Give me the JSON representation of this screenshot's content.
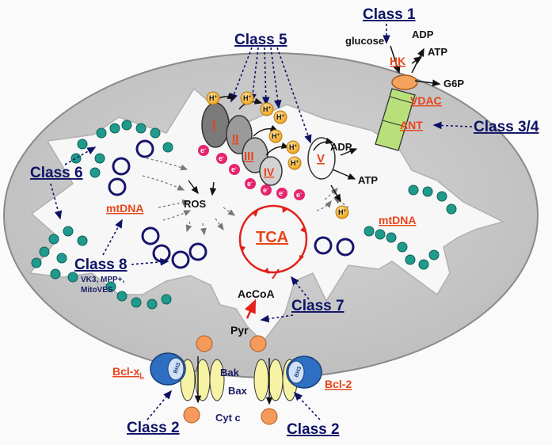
{
  "classes": {
    "class1": "Class 1",
    "class5": "Class 5",
    "class34": "Class 3/4",
    "class6": "Class 6",
    "class8": "Class 8",
    "class7": "Class 7",
    "class2_left": "Class 2",
    "class2_right": "Class 2"
  },
  "class8_agents": [
    "VK3, MPP+,",
    "MitoVES"
  ],
  "proteins": {
    "hk": "HK",
    "vdac": "VDAC",
    "ant": "ANT",
    "complex_i": "I",
    "complex_ii": "II",
    "complex_iii": "III",
    "complex_iv": "IV",
    "complex_v": "V",
    "tca": "TCA",
    "bcl_xl": "Bcl-x",
    "bcl_xl_sub": "L",
    "bcl2": "Bcl-2",
    "bh3": "BH3"
  },
  "metabolites": {
    "glucose": "glucose",
    "adp_top": "ADP",
    "atp_top": "ATP",
    "g6p": "G6P",
    "adp_mid": "ADP",
    "atp_mid": "ATP",
    "ros": "ROS",
    "acoa": "AcCoA",
    "pyr": "Pyr",
    "bak": "Bak",
    "bax": "Bax",
    "cytc": "Cyt c",
    "mtdna_left": "mtDNA",
    "mtdna_right": "mtDNA"
  },
  "symbols": {
    "proton": "H",
    "proton_charge": "+",
    "electron": "e",
    "electron_charge": "-"
  },
  "colors": {
    "background": "#fafafa",
    "outer_membrane": "#cfcfcf",
    "matrix": "#f6f6f6",
    "class_label": "#0d1266",
    "protein_label": "#e8441a",
    "dna_bead": "#1f9a8c",
    "proton": "#f2b43c",
    "electron": "#e6246e",
    "tca_red": "#e3201b",
    "bcl_blue": "#2e6fc2",
    "pore_yellow": "#f6f2a6",
    "orange_ball": "#f59a5a",
    "vdac_green": "#b8e07a"
  }
}
